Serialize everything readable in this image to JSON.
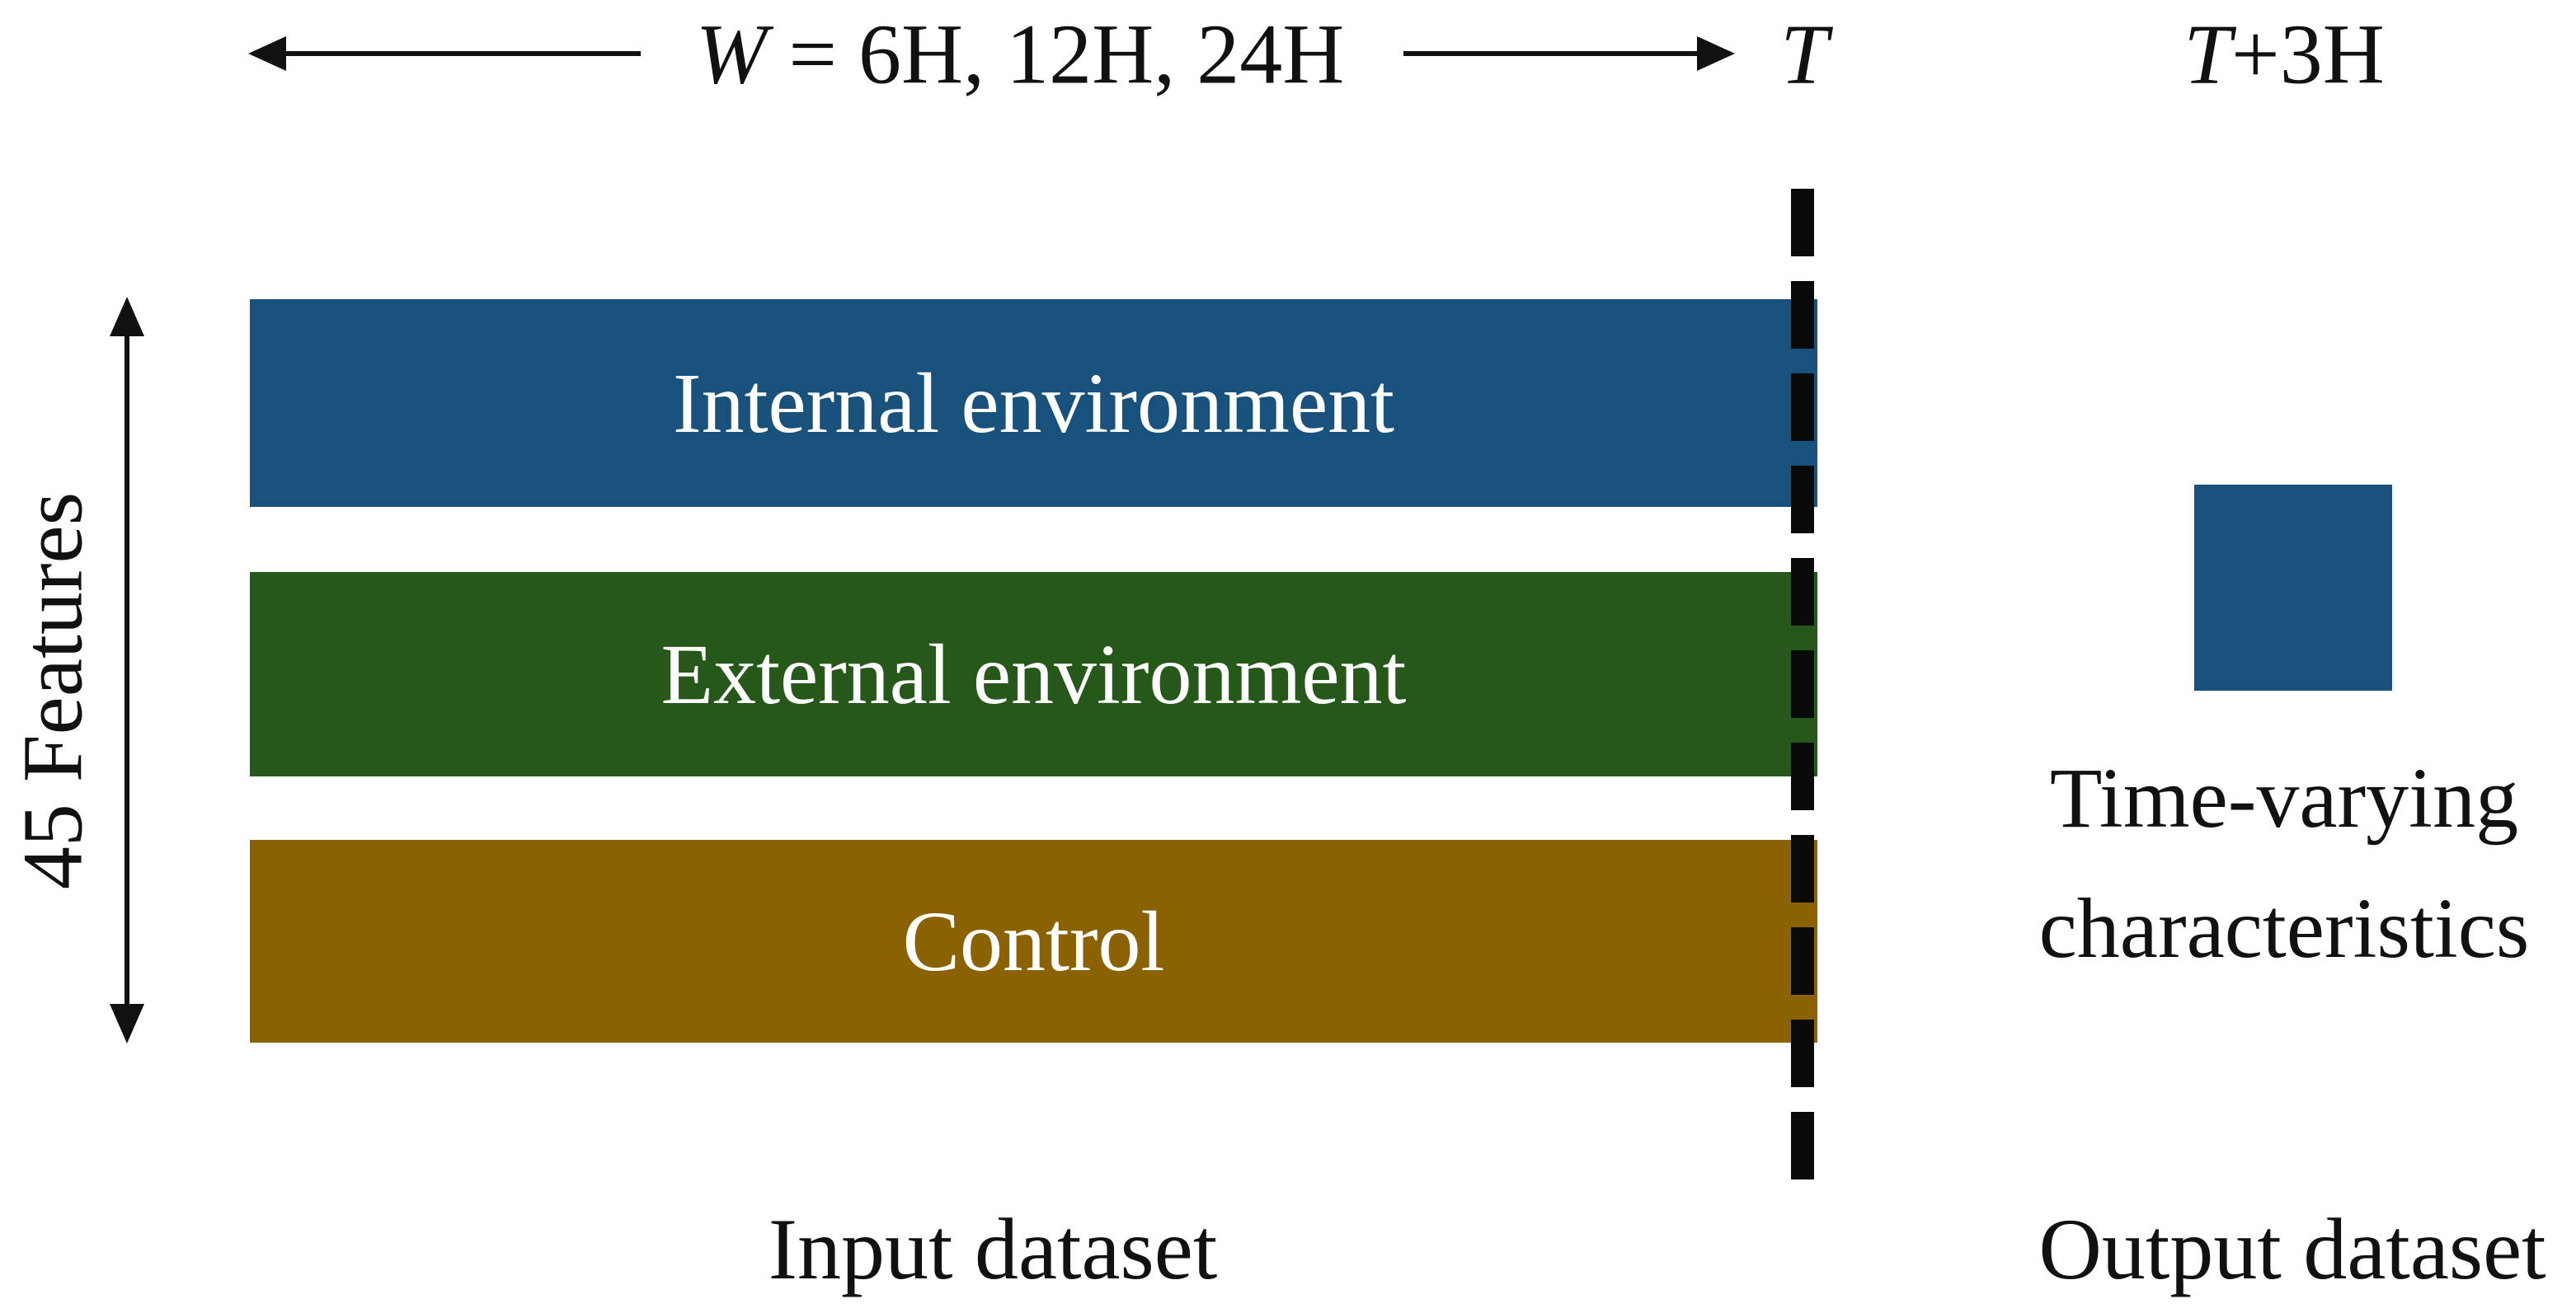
{
  "figure": {
    "background": "#ffffff",
    "text_color": "#111111"
  },
  "timeline": {
    "window_label": {
      "italic": "W",
      "rest": " = 6H, 12H, 24H"
    },
    "t_label": "T",
    "t_plus_label": {
      "italic": "T",
      "rest": "+3H"
    }
  },
  "features_axis": {
    "label": "45 Features"
  },
  "input_dataset": {
    "caption": "Input dataset",
    "bars": [
      {
        "label": "Internal environment",
        "color": "#17517C"
      },
      {
        "label": "External environment",
        "color": "#26581A"
      },
      {
        "label": "Control",
        "color": "#8A6202"
      }
    ]
  },
  "output_dataset": {
    "caption": "Output dataset",
    "legend_color": "#17517C",
    "label_line1": "Time-varying",
    "label_line2": "characteristics"
  }
}
